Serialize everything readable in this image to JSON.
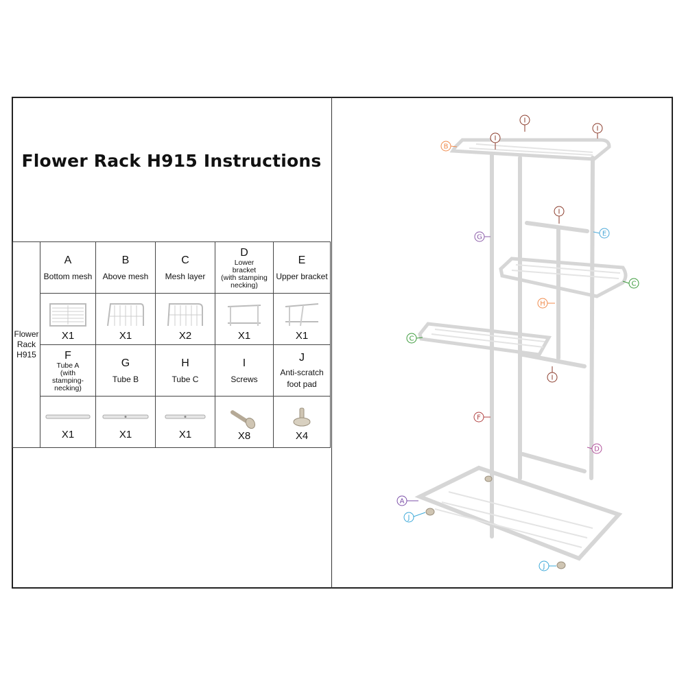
{
  "title": "Flower Rack H915 Instructions",
  "side_label": [
    "Flower",
    "Rack",
    "H915"
  ],
  "parts_row1": [
    {
      "letter": "A",
      "name": "Bottom mesh",
      "qty": "X1",
      "icon": "bottom-mesh-icon"
    },
    {
      "letter": "B",
      "name": "Above mesh",
      "qty": "X1",
      "icon": "above-mesh-icon"
    },
    {
      "letter": "C",
      "name": "Mesh layer",
      "qty": "X2",
      "icon": "mesh-layer-icon"
    },
    {
      "letter": "D",
      "name_lines": [
        "Lower",
        "bracket",
        "(with stamping",
        "necking)"
      ],
      "qty": "X1",
      "icon": "lower-bracket-icon"
    },
    {
      "letter": "E",
      "name": "Upper bracket",
      "qty": "X1",
      "icon": "upper-bracket-icon"
    }
  ],
  "parts_row2": [
    {
      "letter": "F",
      "name_lines": [
        "Tube A",
        "(with",
        "stamping-",
        "necking)"
      ],
      "qty": "X1",
      "icon": "tube-a-icon"
    },
    {
      "letter": "G",
      "name": "Tube B",
      "qty": "X1",
      "icon": "tube-b-icon"
    },
    {
      "letter": "H",
      "name": "Tube C",
      "qty": "X1",
      "icon": "tube-c-icon"
    },
    {
      "letter": "I",
      "name": "Screws",
      "qty": "X8",
      "icon": "screw-icon"
    },
    {
      "letter": "J",
      "name_lines": [
        "Anti-scratch",
        "foot pad"
      ],
      "qty": "X4",
      "icon": "foot-pad-icon"
    }
  ],
  "callouts": {
    "A": "A",
    "B": "B",
    "C": "C",
    "D": "D",
    "E": "E",
    "F": "F",
    "G": "G",
    "H": "H",
    "I": "I",
    "J": "J"
  },
  "colors": {
    "A": "#7b4fa8",
    "B": "#f08a4b",
    "C": "#3a9a3a",
    "D": "#b0509a",
    "E": "#4aa8d8",
    "F": "#b04040",
    "G": "#8a5aa8",
    "H": "#f08a4b",
    "I": "#8a3a2a",
    "J": "#3aa8d8"
  }
}
